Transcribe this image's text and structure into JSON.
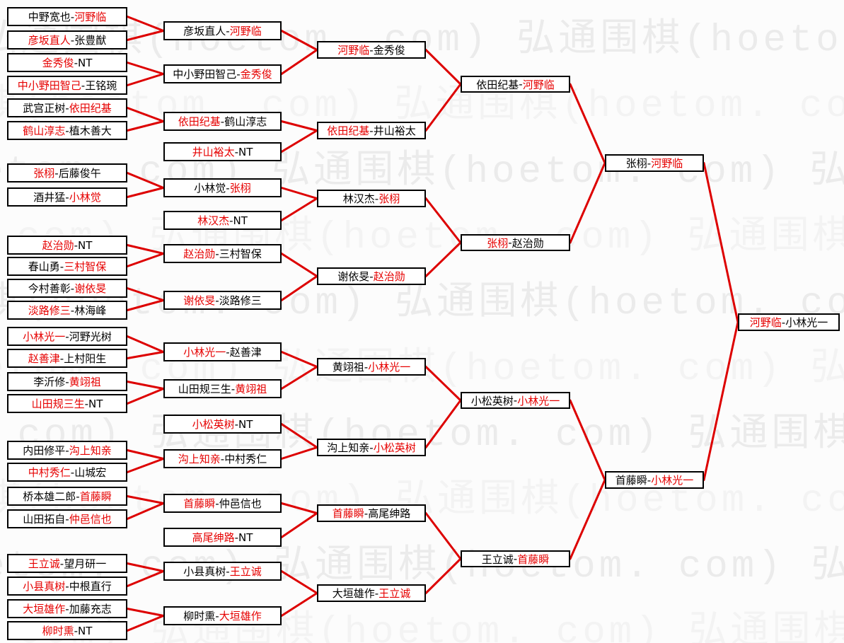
{
  "watermark": {
    "text": "弘通围棋(hoetom. com)",
    "color": "#ebebeb",
    "color_light": "#f3f3f3"
  },
  "colors": {
    "winner": "#e60000",
    "loser": "#000000",
    "line": "#dd0000",
    "border": "#000000",
    "box_bg": "#ffffff",
    "page_bg": "#fcfcfc"
  },
  "separator": "-",
  "bye_label": "NT",
  "rounds": [
    {
      "matches": [
        {
          "a": "中野宽也",
          "b": "河野临",
          "w": "b"
        },
        {
          "a": "彦坂直人",
          "b": "张豊猷",
          "w": "a"
        },
        {
          "a": "金秀俊",
          "b": "NT",
          "w": "a"
        },
        {
          "a": "中小野田智己",
          "b": "王铭琬",
          "w": "a"
        },
        {
          "a": "武宫正树",
          "b": "依田纪基",
          "w": "b"
        },
        {
          "a": "鹤山淳志",
          "b": "植木善大",
          "w": "a"
        },
        {
          "a": "张栩",
          "b": "后藤俊午",
          "w": "a"
        },
        {
          "a": "酒井猛",
          "b": "小林觉",
          "w": "b"
        },
        {
          "a": "赵治勋",
          "b": "NT",
          "w": "a"
        },
        {
          "a": "春山勇",
          "b": "三村智保",
          "w": "b"
        },
        {
          "a": "今村善彰",
          "b": "谢依旻",
          "w": "b"
        },
        {
          "a": "淡路修三",
          "b": "林海峰",
          "w": "a"
        },
        {
          "a": "小林光一",
          "b": "河野光树",
          "w": "a"
        },
        {
          "a": "赵善津",
          "b": "上村阳生",
          "w": "a"
        },
        {
          "a": "李沂修",
          "b": "黄翊祖",
          "w": "b"
        },
        {
          "a": "山田规三生",
          "b": "NT",
          "w": "a"
        },
        {
          "a": "内田修平",
          "b": "沟上知亲",
          "w": "b"
        },
        {
          "a": "中村秀仁",
          "b": "山城宏",
          "w": "a"
        },
        {
          "a": "桥本雄二郎",
          "b": "首藤瞬",
          "w": "b"
        },
        {
          "a": "山田拓自",
          "b": "仲邑信也",
          "w": "b"
        },
        {
          "a": "王立诚",
          "b": "望月研一",
          "w": "a"
        },
        {
          "a": "小县真树",
          "b": "中根直行",
          "w": "a"
        },
        {
          "a": "大垣雄作",
          "b": "加藤充志",
          "w": "a"
        },
        {
          "a": "柳时熏",
          "b": "NT",
          "w": "a"
        }
      ]
    },
    {
      "matches": [
        {
          "a": "彦坂直人",
          "b": "河野临",
          "w": "b"
        },
        {
          "a": "中小野田智己",
          "b": "金秀俊",
          "w": "b"
        },
        {
          "a": "依田纪基",
          "b": "鹤山淳志",
          "w": "a"
        },
        {
          "a": "井山裕太",
          "b": "NT",
          "w": "a"
        },
        {
          "a": "小林觉",
          "b": "张栩",
          "w": "b"
        },
        {
          "a": "林汉杰",
          "b": "NT",
          "w": "a"
        },
        {
          "a": "赵治勋",
          "b": "三村智保",
          "w": "a"
        },
        {
          "a": "谢依旻",
          "b": "淡路修三",
          "w": "a"
        },
        {
          "a": "小林光一",
          "b": "赵善津",
          "w": "a"
        },
        {
          "a": "山田规三生",
          "b": "黄翊祖",
          "w": "b"
        },
        {
          "a": "小松英树",
          "b": "NT",
          "w": "a"
        },
        {
          "a": "沟上知亲",
          "b": "中村秀仁",
          "w": "a"
        },
        {
          "a": "首藤瞬",
          "b": "仲邑信也",
          "w": "a"
        },
        {
          "a": "高尾绅路",
          "b": "NT",
          "w": "a"
        },
        {
          "a": "小县真树",
          "b": "王立诚",
          "w": "b"
        },
        {
          "a": "柳时熏",
          "b": "大垣雄作",
          "w": "b"
        }
      ]
    },
    {
      "matches": [
        {
          "a": "河野临",
          "b": "金秀俊",
          "w": "a"
        },
        {
          "a": "依田纪基",
          "b": "井山裕太",
          "w": "a"
        },
        {
          "a": "林汉杰",
          "b": "张栩",
          "w": "b"
        },
        {
          "a": "谢依旻",
          "b": "赵治勋",
          "w": "b"
        },
        {
          "a": "黄翊祖",
          "b": "小林光一",
          "w": "b"
        },
        {
          "a": "沟上知亲",
          "b": "小松英树",
          "w": "b"
        },
        {
          "a": "首藤瞬",
          "b": "高尾绅路",
          "w": "a"
        },
        {
          "a": "大垣雄作",
          "b": "王立诚",
          "w": "b"
        }
      ]
    },
    {
      "matches": [
        {
          "a": "依田纪基",
          "b": "河野临",
          "w": "b"
        },
        {
          "a": "张栩",
          "b": "赵治勋",
          "w": "a"
        },
        {
          "a": "小松英树",
          "b": "小林光一",
          "w": "b"
        },
        {
          "a": "王立诚",
          "b": "首藤瞬",
          "w": "b"
        }
      ]
    },
    {
      "matches": [
        {
          "a": "张栩",
          "b": "河野临",
          "w": "b"
        },
        {
          "a": "首藤瞬",
          "b": "小林光一",
          "w": "b"
        }
      ]
    },
    {
      "matches": [
        {
          "a": "河野临",
          "b": "小林光一",
          "w": "a"
        }
      ]
    }
  ]
}
